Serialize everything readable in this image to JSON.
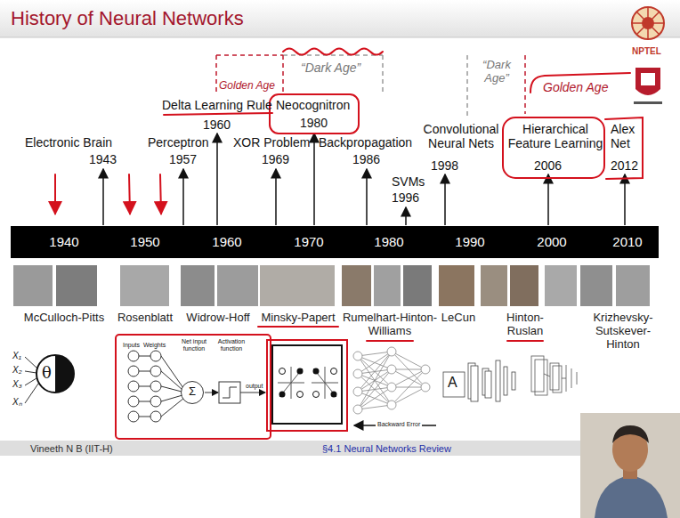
{
  "diagram": {
    "title": "History of Neural Networks",
    "nodes": [
      {
        "text": [
          "1940",
          "1950",
          "1960",
          "1970",
          "1980",
          "1990",
          "2000",
          "2010"
        ]
      },
      {
        "text": [
          "θ"
        ]
      },
      {
        "text": [
          "Σ"
        ]
      }
    ],
    "labels": [
      "NPTEL",
      "Golden Age",
      "“Dark Age”",
      "“Dark Age”",
      "Golden Age",
      "Delta Learning Rule",
      "1960",
      "Neocognitron",
      "1980",
      "Convolutional Neural Nets",
      "Hierarchical Feature Learning",
      "Alex Net",
      "Electronic Brain",
      "1943",
      "Perceptron",
      "1957",
      "XOR Problem",
      "1969",
      "Backpropagation",
      "1986",
      "1998",
      "SVMs",
      "1996",
      "2006",
      "2012",
      "McCulloch-Pitts",
      "Rosenblatt",
      "Widrow-Hoff",
      "Minsky-Papert",
      "Rumelhart-Hinton- Williams",
      "LeCun",
      "Hinton- Ruslan",
      "Krizhevsky- Sutskever- Hinton",
      "X₁",
      "X₂",
      "X₃",
      "Xₙ",
      "Inputs",
      "Weights",
      "Net input function",
      "Activation function",
      "output",
      "Backward Error",
      "Vineeth N B (IIT-H)",
      "§4.1 Neural Networks Review",
      "A"
    ]
  }
}
